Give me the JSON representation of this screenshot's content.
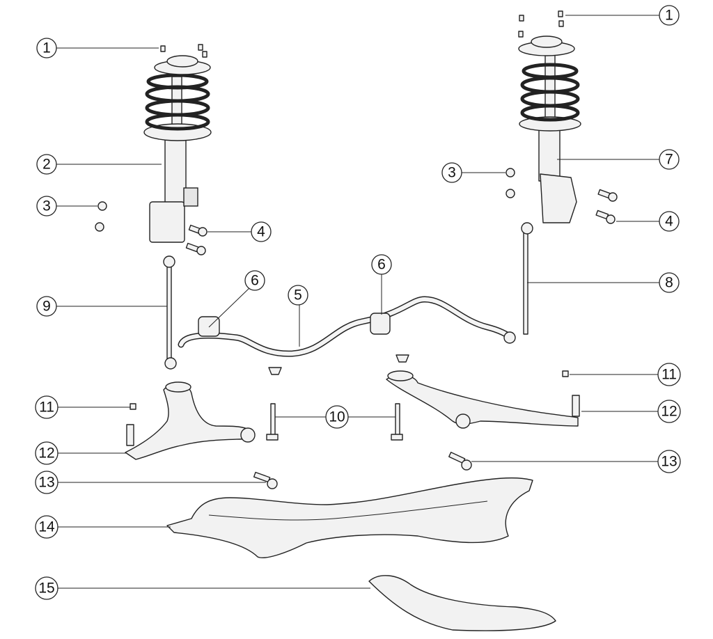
{
  "diagram": {
    "title": "Front suspension exploded view",
    "callouts": [
      {
        "label": "1"
      },
      {
        "label": "1"
      },
      {
        "label": "2"
      },
      {
        "label": "3"
      },
      {
        "label": "3"
      },
      {
        "label": "4"
      },
      {
        "label": "4"
      },
      {
        "label": "5"
      },
      {
        "label": "6"
      },
      {
        "label": "6"
      },
      {
        "label": "7"
      },
      {
        "label": "8"
      },
      {
        "label": "9"
      },
      {
        "label": "10"
      },
      {
        "label": "11"
      },
      {
        "label": "11"
      },
      {
        "label": "12"
      },
      {
        "label": "12"
      },
      {
        "label": "13"
      },
      {
        "label": "13"
      },
      {
        "label": "14"
      },
      {
        "label": "15"
      }
    ]
  }
}
